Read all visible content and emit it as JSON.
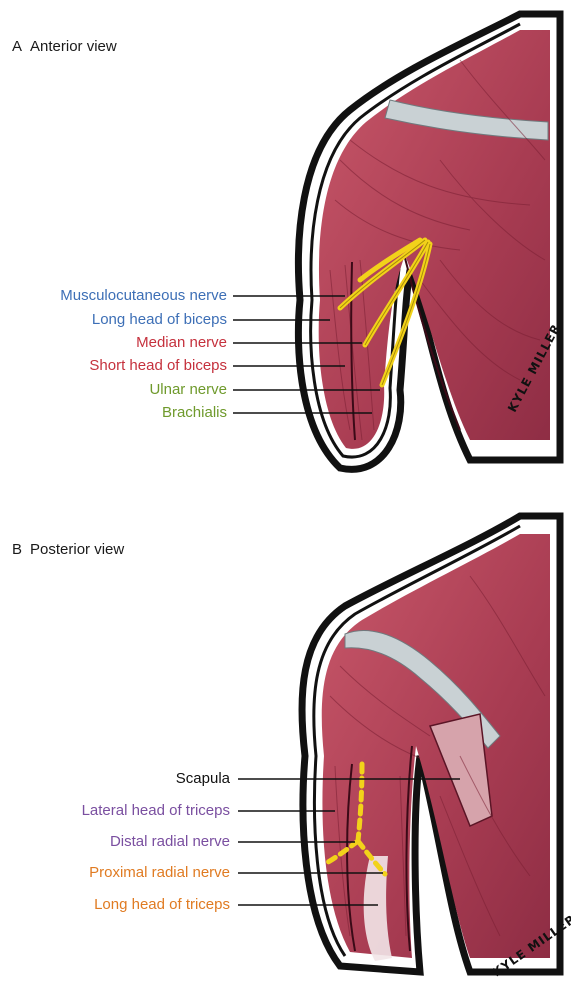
{
  "colors": {
    "muscle": "#b8485a",
    "muscle_dark": "#7a1f33",
    "bone": "#c9d1d4",
    "nerve": "#f2d21a",
    "blue_label": "#3d6fb6",
    "red_label": "#c5313d",
    "green_label": "#6f9a2c",
    "purple_label": "#7a4fa0",
    "orange_label": "#e07b22",
    "black_label": "#111111"
  },
  "panel_a": {
    "letter": "A",
    "title": "Anterior view",
    "labels": [
      {
        "text": "Musculocutaneous nerve",
        "color": "#3d6fb6"
      },
      {
        "text": "Long head of biceps",
        "color": "#3d6fb6"
      },
      {
        "text": "Median nerve",
        "color": "#c5313d"
      },
      {
        "text": "Short head of biceps",
        "color": "#c5313d"
      },
      {
        "text": "Ulnar nerve",
        "color": "#6f9a2c"
      },
      {
        "text": "Brachialis",
        "color": "#6f9a2c"
      }
    ],
    "signature": "KYLE MILLER"
  },
  "panel_b": {
    "letter": "B",
    "title": "Posterior view",
    "labels": [
      {
        "text": "Scapula",
        "color": "#111111"
      },
      {
        "text": "Lateral head of triceps",
        "color": "#7a4fa0"
      },
      {
        "text": "Distal radial nerve",
        "color": "#7a4fa0"
      },
      {
        "text": "Proximal radial nerve",
        "color": "#e07b22"
      },
      {
        "text": "Long head of triceps",
        "color": "#e07b22"
      }
    ],
    "signature": "KYLE MILLER"
  }
}
